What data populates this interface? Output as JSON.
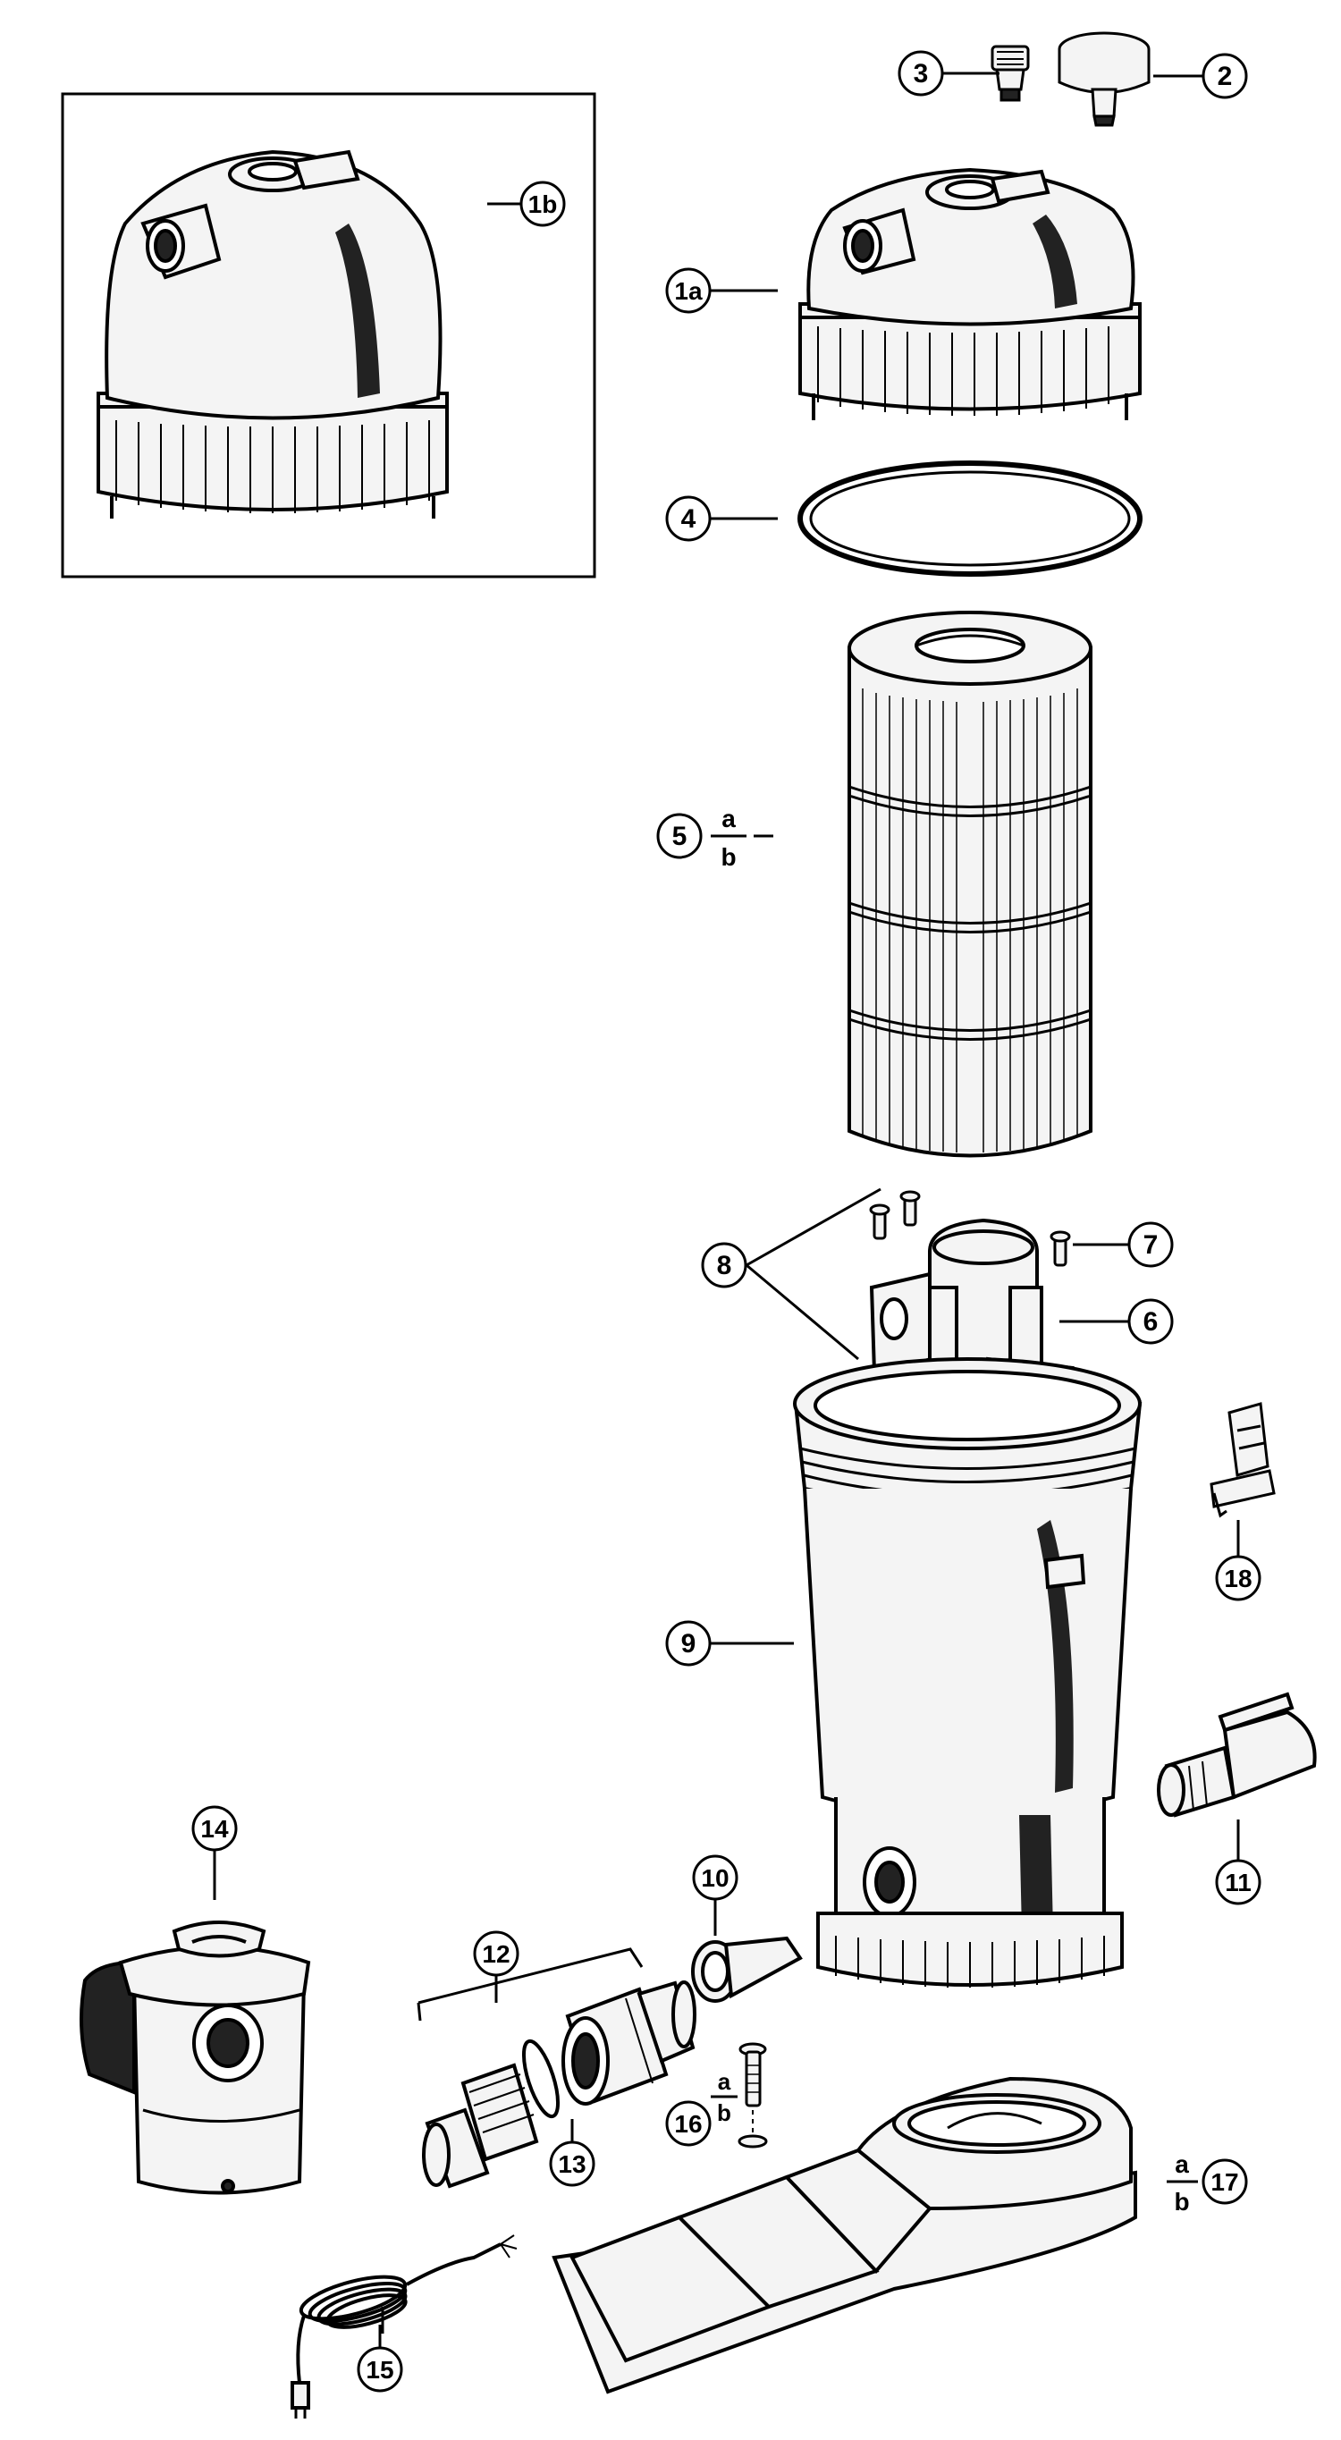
{
  "colors": {
    "ink": "#000000",
    "paper": "#ffffff",
    "part_fill": "#f4f4f4",
    "shade": "#222222"
  },
  "callouts": [
    {
      "id": "c1a",
      "label": "1a"
    },
    {
      "id": "c1b",
      "label": "1b"
    },
    {
      "id": "c2",
      "label": "2"
    },
    {
      "id": "c3",
      "label": "3"
    },
    {
      "id": "c4",
      "label": "4"
    },
    {
      "id": "c5",
      "label": "5"
    },
    {
      "id": "c6",
      "label": "6"
    },
    {
      "id": "c7",
      "label": "7"
    },
    {
      "id": "c8",
      "label": "8"
    },
    {
      "id": "c9",
      "label": "9"
    },
    {
      "id": "c10",
      "label": "10"
    },
    {
      "id": "c11",
      "label": "11"
    },
    {
      "id": "c12",
      "label": "12"
    },
    {
      "id": "c13",
      "label": "13"
    },
    {
      "id": "c14",
      "label": "14"
    },
    {
      "id": "c15",
      "label": "15"
    },
    {
      "id": "c16",
      "label": "16"
    },
    {
      "id": "c17",
      "label": "17"
    },
    {
      "id": "c18",
      "label": "18"
    }
  ],
  "variants": {
    "p5": {
      "top": "a",
      "bottom": "b"
    },
    "p16": {
      "top": "a",
      "bottom": "b"
    },
    "p17": {
      "top": "a",
      "bottom": "b"
    }
  }
}
